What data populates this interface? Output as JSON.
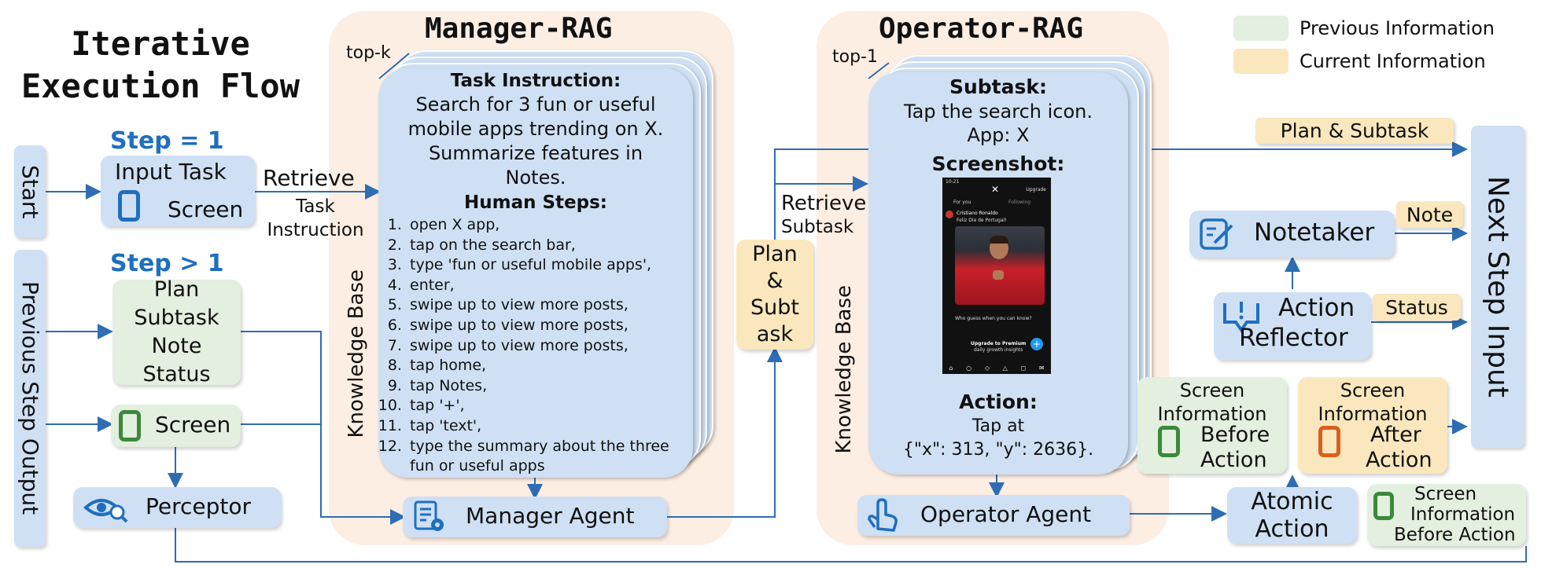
{
  "title_line1": "Iterative",
  "title_line2": "Execution Flow",
  "legend": {
    "previous": "Previous Information",
    "current": "Current Information",
    "previous_color": "#e3efdf",
    "current_color": "#fbe7bd"
  },
  "start": "Start",
  "previous_step_output": "Previous Step Output",
  "step1_label": "Step = 1",
  "input_task": "Input Task",
  "screen": "Screen",
  "step_gt1_label": "Step > 1",
  "plan_box": [
    "Plan",
    "Subtask",
    "Note",
    "Status"
  ],
  "perceptor": "Perceptor",
  "retrieve": "Retrieve",
  "task_instruction_edge": [
    "Task",
    "Instruction"
  ],
  "manager_rag": {
    "title": "Manager-RAG",
    "topk": "top-k",
    "knowledge_base": "Knowledge Base",
    "task_instruction_heading": "Task Instruction:",
    "task_instruction_lines": [
      "Search for 3 fun or useful",
      "mobile apps trending on X.",
      "Summarize features in",
      "Notes."
    ],
    "human_steps_heading": "Human Steps:",
    "human_steps": [
      "open X app,",
      "tap on the search bar,",
      "type 'fun or useful mobile apps',",
      "enter,",
      "swipe up to view more posts,",
      "swipe up to view more posts,",
      "swipe up to view more posts,",
      "tap home,",
      "tap Notes,",
      "tap '+',",
      "tap 'text',",
      "type the summary about the three fun or useful apps"
    ]
  },
  "manager_agent": "Manager Agent",
  "plan_subtask_box": [
    "Plan",
    "&",
    "Subt",
    "ask"
  ],
  "retrieve_subtask": [
    "Retrieve",
    "Subtask"
  ],
  "operator_rag": {
    "title": "Operator-RAG",
    "top1": "top-1",
    "knowledge_base": "Knowledge Base",
    "subtask_heading": "Subtask:",
    "subtask_lines": [
      "Tap the search icon.",
      "App: X"
    ],
    "screenshot_heading": "Screenshot:",
    "action_heading": "Action:",
    "action_lines": [
      "Tap at",
      "{\"x\": 313, \"y\": 2636}."
    ]
  },
  "phone_mock": {
    "status": "10:21",
    "tab1": "For you",
    "tab2": "Following",
    "upgrade": "Upgrade",
    "post_author": "Cristiano Ronaldo",
    "post_text": "Feliz Dia de Portugal!",
    "promo_title": "Upgrade to Premium",
    "promo_sub": "daily growth insights",
    "question": "Who guess when you can know?"
  },
  "operator_agent": "Operator Agent",
  "plan_subtask_tag": "Plan & Subtask",
  "notetaker": "Notetaker",
  "note_tag": "Note",
  "action_reflector": [
    "Action",
    "Reflector"
  ],
  "status_tag": "Status",
  "screen_info_before": [
    "Screen",
    "Information",
    "Before",
    "Action"
  ],
  "screen_info_after": [
    "Screen",
    "Information",
    "After",
    "Action"
  ],
  "atomic_action": [
    "Atomic",
    "Action"
  ],
  "screen_info_before2": [
    "Screen",
    "Information",
    "Before Action"
  ],
  "next_step_input": "Next Step Input"
}
